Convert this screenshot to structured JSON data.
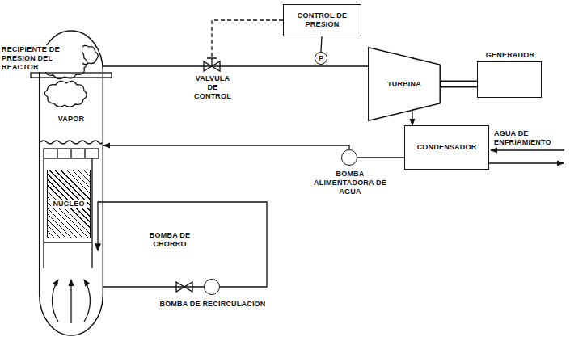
{
  "diagram": {
    "nodes": [
      {
        "text": [
          "RECIPIENTE DE PRESION DEL REACTOR",
          "VAPOR"
        ]
      },
      {
        "text": [
          "NUCLEO"
        ],
        "in": 0
      },
      {
        "text": [
          "CONTROL DE PRESION"
        ]
      },
      {
        "text": [
          "P"
        ]
      },
      {
        "text": [
          "TURBINA"
        ]
      },
      {
        "text": [
          "GENERADOR"
        ]
      },
      {
        "text": [
          "CONDENSADOR"
        ]
      },
      {
        "text": [
          "BOMBA ALIMENTADORA DE AGUA"
        ]
      },
      {
        "text": [
          "BOMBA DE RECIRCULACION"
        ]
      }
    ],
    "edges": [
      {
        "from": 2,
        "to": 3,
        "arrow": "none"
      },
      {
        "from": 0,
        "to": 4,
        "arrow": "none"
      },
      {
        "from": 4,
        "to": 5,
        "arrow": "none"
      },
      {
        "from": 4,
        "to": 6,
        "arrow": "to"
      },
      {
        "from": 6,
        "to": 7,
        "arrow": "none"
      },
      {
        "from": 7,
        "to": 0,
        "arrow": "to"
      },
      {
        "from": 0,
        "to": 8,
        "arrow": "none"
      },
      {
        "from": 8,
        "to": 0,
        "arrow": "none"
      }
    ],
    "labels": [
      "VALVULA DE CONTROL",
      "AGUA DE ENFRIAMIENTO",
      "BOMBA DE CHORRO"
    ]
  }
}
